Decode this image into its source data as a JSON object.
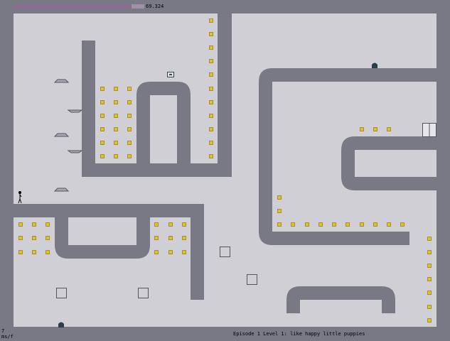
{
  "hud": {
    "time": "69.324",
    "time_fraction": 0.9,
    "episode_caption": "Episode 1 Level 1: like happy little puppies",
    "lives_count": "7",
    "lives_unit": "ms/f"
  },
  "colors": {
    "wall": "#797986",
    "floor": "#cfcfd5",
    "gold": "#e2c31b",
    "gold_edge": "#7d6a10",
    "timebar": "#8a6e92",
    "drone": "#2d3d49",
    "text": "#000000"
  },
  "icons": {
    "gold": "gold-icon",
    "player": "ninja-icon",
    "exit": "exit-door-icon",
    "switch": "exit-switch-icon",
    "mine": "mine-icon",
    "launchpad": "launchpad-icon",
    "drone": "drone-icon",
    "thwump": "thwump-block-icon"
  }
}
